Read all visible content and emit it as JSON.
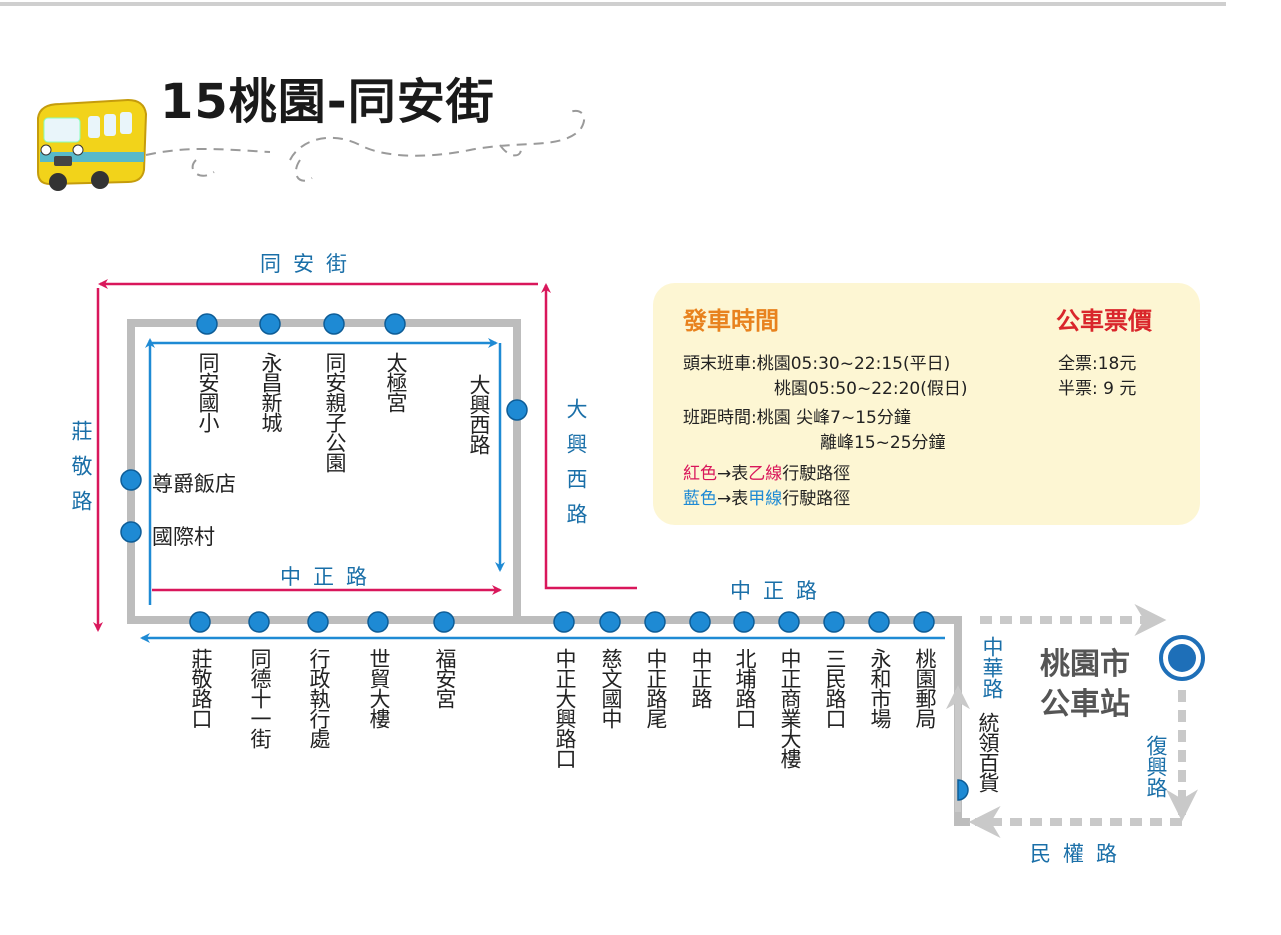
{
  "title": "15桃園-同安街",
  "roads": {
    "tongan_top": "同安街",
    "zhuangjing_left": "莊敬路",
    "daxing_west_right": "大興西路",
    "zhongzheng_inner": "中正路",
    "zhongzheng_upper": "中正路",
    "zhonghua": "中華路",
    "fuxing": "復興路",
    "minquan": "民權路"
  },
  "stops": {
    "top_row": [
      "同安國小",
      "永昌新城",
      "同安親子公園",
      "太極宮"
    ],
    "right_side": "大興西路",
    "left_side": [
      "尊爵飯店",
      "國際村"
    ],
    "bottom_row": [
      "莊敬路口",
      "同德十一街",
      "行政執行處",
      "世貿大樓",
      "福安宮",
      "中正大興路口",
      "慈文國中",
      "中正路尾",
      "中正路",
      "北埔路口",
      "中正商業大樓",
      "三民路口",
      "永和市場",
      "桃園郵局"
    ],
    "tongling": "統領百貨"
  },
  "terminal": {
    "line1": "桃園市",
    "line2": "公車站"
  },
  "info": {
    "departure_heading": "發車時間",
    "fare_heading": "公車票價",
    "first_last_label": "頭末班車:",
    "weekday_time": "桃園05:30~22:15(平日)",
    "holiday_time": "桃園05:50~22:20(假日)",
    "headway_label": "班距時間:",
    "headway_peak": "桃園 尖峰7~15分鐘",
    "headway_offpeak": "離峰15~25分鐘",
    "fare_full": "全票:18元",
    "fare_half": "半票: 9 元",
    "legend_red_color": "紅色",
    "legend_blue_color": "藍色",
    "legend_arrow_text": "→表",
    "legend_red_line": "乙線",
    "legend_blue_line": "甲線",
    "legend_suffix": "行駛路徑"
  },
  "colors": {
    "red_route": "#d9175b",
    "blue_route": "#1e8ad4",
    "stop_dot": "#1e8ad4",
    "road_gray": "#bdbdbd",
    "info_bg": "#fdf6d3"
  }
}
